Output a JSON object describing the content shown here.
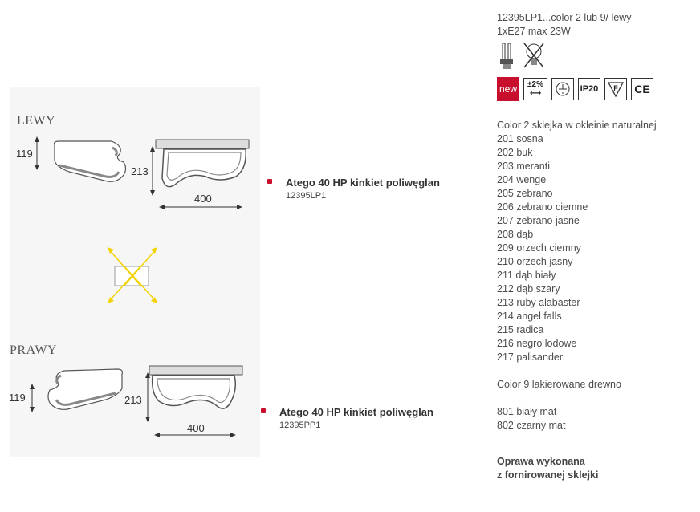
{
  "left": {
    "lewy_label": "LEWY",
    "prawy_label": "PRAWY",
    "dim_height_small": "119",
    "dim_height_large": "213",
    "dim_width": "400"
  },
  "products": [
    {
      "title": "Atego 40 HP kinkiet poliwęglan",
      "code": "12395LP1"
    },
    {
      "title": "Atego 40 HP kinkiet poliwęglan",
      "code": "12395PP1"
    }
  ],
  "specs": {
    "line1": "12395LP1...color 2 lub 9/ lewy",
    "line2": "1xE27 max 23W"
  },
  "icons": {
    "bulb": "cfl-bulb-icon",
    "no_incandescent": "no-incandescent-icon",
    "new_label": "new",
    "tolerance": "±2%",
    "ground": "earth-ground-icon",
    "ip": "IP20",
    "f_mark": "F",
    "ce": "CE",
    "brand_red": "#c8102e"
  },
  "color2": {
    "heading": "Color 2 sklejka w okleinie naturalnej",
    "items": [
      "201 sosna",
      "202 buk",
      "203 meranti",
      "204 wenge",
      "205 zebrano",
      "206 zebrano ciemne",
      "207 zebrano jasne",
      "208 dąb",
      "209 orzech ciemny",
      "210 orzech jasny",
      "211 dąb biały",
      "212 dąb szary",
      "213 ruby alabaster",
      "214 angel falls",
      "215 radica",
      "216 negro lodowe",
      "217 palisander"
    ]
  },
  "color9": {
    "heading": "Color 9 lakierowane drewno",
    "items": [
      "801 biały mat",
      "802 czarny mat"
    ]
  },
  "note": {
    "line1": "Oprawa wykonana",
    "line2": "z fornirowanej sklejki"
  }
}
